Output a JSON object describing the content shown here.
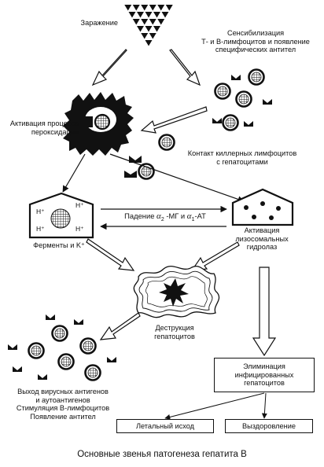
{
  "labels": {
    "infection": "Заражение",
    "sensitization": [
      "Сенсибилизация",
      "Т- и В-лимфоцитов и появление",
      "специфических антител"
    ],
    "peroxidation": [
      "Активация процесса",
      "пероксидации"
    ],
    "killer_contact": [
      "Контакт киллерных лимфоцитов",
      "с гепатоцитами"
    ],
    "decrease_prefix": "Падение",
    "decrease_a2": "α",
    "decrease_a2_sub": "2",
    "decrease_mid": " -МГ и ",
    "decrease_a1": "α",
    "decrease_a1_sub": "1",
    "decrease_suffix": "-АТ",
    "enzymes": "Ферменты и K⁺",
    "hydrolase": [
      "Активация",
      "лизосомальных",
      "гидролаз"
    ],
    "destruction": [
      "Деструкция",
      "гепатоцитов"
    ],
    "antigen_release": [
      "Выход вирусных антигенов",
      "и аутоантигенов",
      "Стимуляция В-лимфоцитов",
      "Появление антител"
    ],
    "elimination": [
      "Элиминация",
      "инфицированных",
      "гепатоцитов"
    ],
    "lethal": "Летальный исход",
    "recovery": "Выздоровление",
    "cell_ions": [
      "H⁺",
      "H⁺",
      "H⁺",
      "H⁺"
    ]
  },
  "caption": "Основные звенья патогенеза гепатита В",
  "icons": [
    "virus-triangle-cluster",
    "lymphocyte-icon",
    "antibody-wedge-icon",
    "hepatocyte-icon",
    "lysosome-icon",
    "destroyed-cell-icon"
  ],
  "colors": {
    "ink": "#111111",
    "background": "#ffffff"
  }
}
